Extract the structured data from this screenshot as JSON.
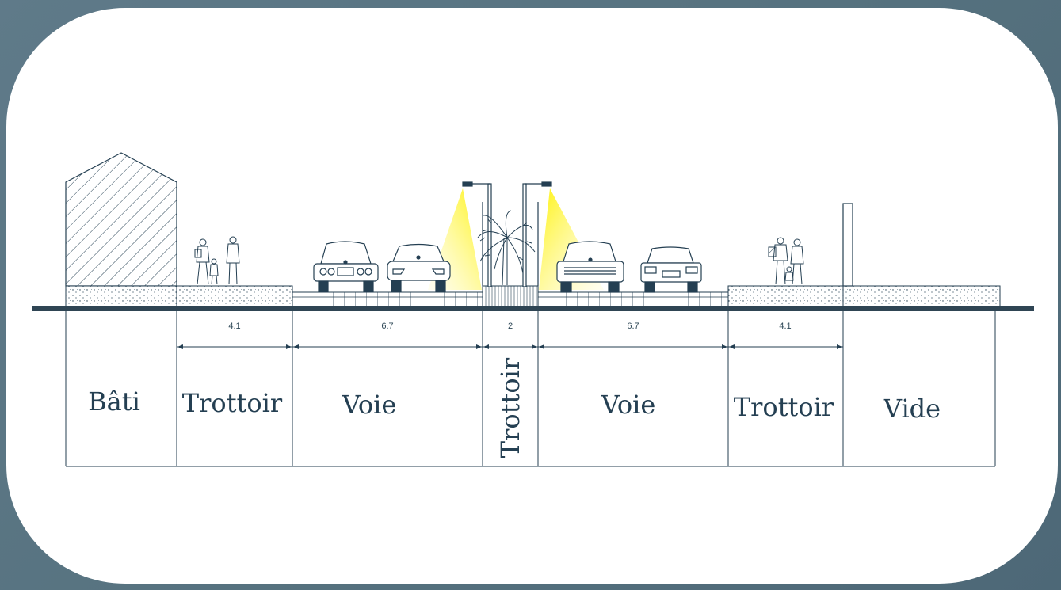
{
  "sections": [
    {
      "key": "bati",
      "label": "Bâti"
    },
    {
      "key": "trottoir_left",
      "label": "Trottoir",
      "dimension": "4.1"
    },
    {
      "key": "voie_left",
      "label": "Voie",
      "dimension": "6.7"
    },
    {
      "key": "trottoir_center",
      "label": "Trottoir",
      "dimension": "2"
    },
    {
      "key": "voie_right",
      "label": "Voie",
      "dimension": "6.7"
    },
    {
      "key": "trottoir_right",
      "label": "Trottoir",
      "dimension": "4.1"
    },
    {
      "key": "vide",
      "label": "Vide"
    }
  ],
  "colors": {
    "background": "#5a7583",
    "card": "#ffffff",
    "ink": "#243f52",
    "road_line": "#2f4554",
    "light_cone": "#fff36a"
  }
}
